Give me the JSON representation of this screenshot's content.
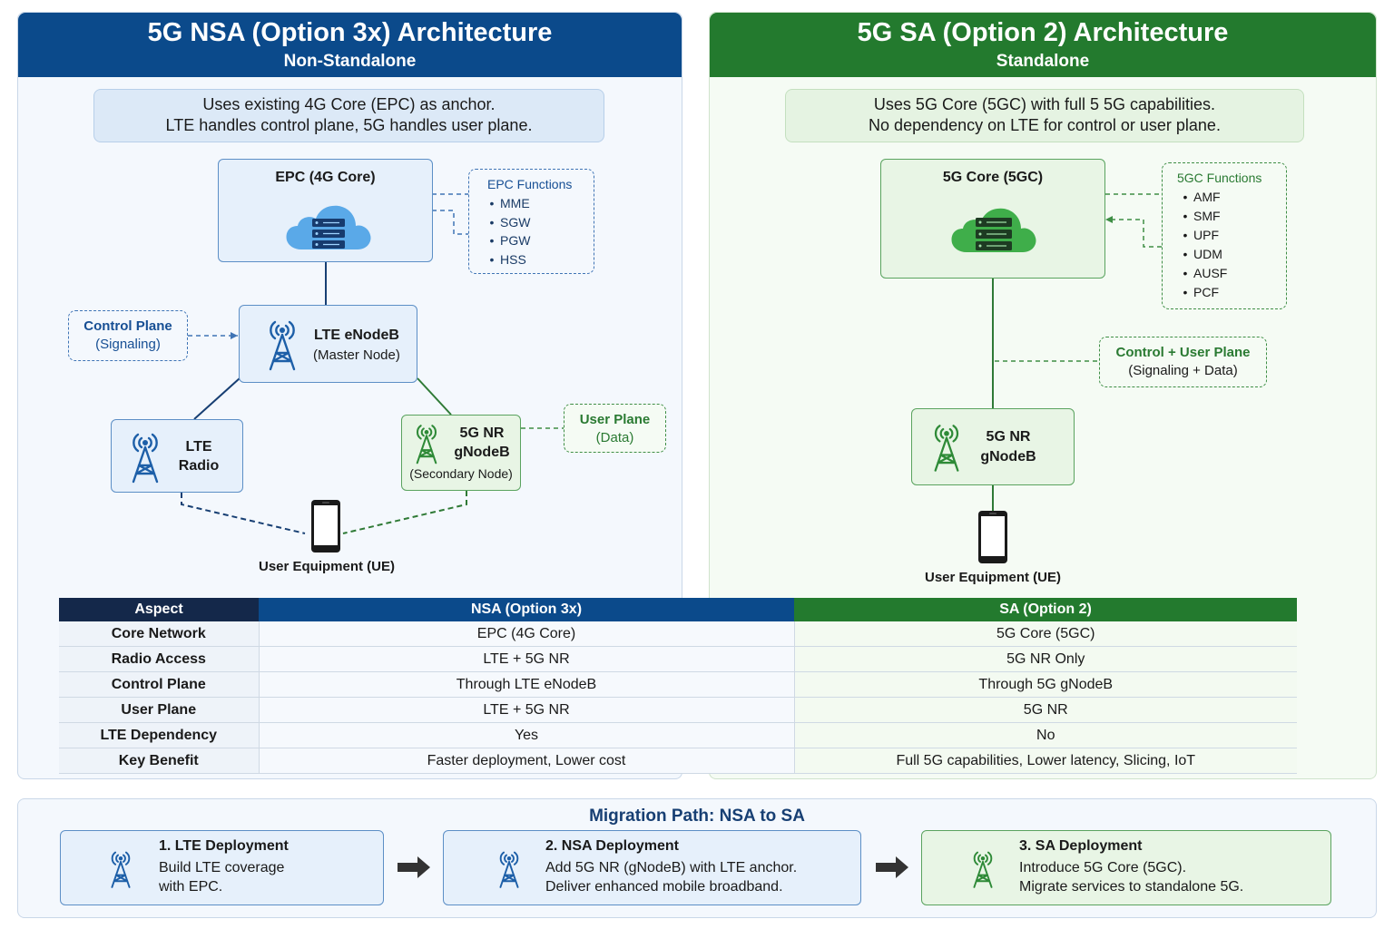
{
  "nsa": {
    "title": "5G NSA (Option 3x) Architecture",
    "subtitle": "Non-Standalone",
    "note_line1": "Uses existing 4G Core (EPC) as anchor.",
    "note_line2": "LTE handles control plane, 5G handles user plane.",
    "core_label": "EPC (4G Core)",
    "functions_title": "EPC Functions",
    "functions": [
      "MME",
      "SGW",
      "PGW",
      "HSS"
    ],
    "control_plane_label": "Control Plane",
    "control_plane_sub": "(Signaling)",
    "enodeb_label": "LTE eNodeB",
    "enodeb_sub": "(Master Node)",
    "lte_radio_line1": "LTE",
    "lte_radio_line2": "Radio",
    "gnodeb_line1": "5G NR",
    "gnodeb_line2": "gNodeB",
    "gnodeb_sub": "(Secondary Node)",
    "user_plane_label": "User Plane",
    "user_plane_sub": "(Data)",
    "ue_label": "User Equipment (UE)"
  },
  "sa": {
    "title": "5G SA (Option 2) Architecture",
    "subtitle": "Standalone",
    "note_line1": "Uses 5G Core (5GC) with full 5 5G capabilities.",
    "note_line2": "No dependency on LTE for control or user plane.",
    "core_label": "5G Core (5GC)",
    "functions_title": "5GC Functions",
    "functions": [
      "AMF",
      "SMF",
      "UPF",
      "UDM",
      "AUSF",
      "PCF"
    ],
    "cp_up_label": "Control + User Plane",
    "cp_up_sub": "(Signaling + Data)",
    "gnodeb_line1": "5G NR",
    "gnodeb_line2": "gNodeB",
    "ue_label": "User Equipment (UE)"
  },
  "table": {
    "headers": [
      "Aspect",
      "NSA (Option 3x)",
      "SA (Option 2)"
    ],
    "rows": [
      [
        "Core Network",
        "EPC (4G Core)",
        "5G Core (5GC)"
      ],
      [
        "Radio Access",
        "LTE + 5G NR",
        "5G NR Only"
      ],
      [
        "Control Plane",
        "Through LTE eNodeB",
        "Through 5G gNodeB"
      ],
      [
        "User Plane",
        "LTE + 5G NR",
        "5G NR"
      ],
      [
        "LTE Dependency",
        "Yes",
        "No"
      ],
      [
        "Key Benefit",
        "Faster deployment, Lower cost",
        "Full 5G capabilities, Lower latency, Slicing, IoT"
      ]
    ]
  },
  "migration": {
    "title": "Migration Path: NSA to SA",
    "steps": [
      {
        "title": "1. LTE Deployment",
        "line1": "Build LTE coverage",
        "line2": "with EPC."
      },
      {
        "title": "2. NSA Deployment",
        "line1": "Add 5G NR (gNodeB) with LTE anchor.",
        "line2": "Deliver enhanced mobile broadband."
      },
      {
        "title": "3. SA Deployment",
        "line1": "Introduce 5G Core (5GC).",
        "line2": "Migrate services to standalone 5G."
      }
    ]
  },
  "colors": {
    "nsa_header": "#0b4a8b",
    "sa_header": "#237a2e",
    "table_aspect_header": "#14284a",
    "blue_cloud": "#5aa9e8",
    "green_cloud": "#3fae4a"
  },
  "icons": [
    "cloud-server-icon",
    "cell-tower-icon",
    "smartphone-icon",
    "arrow-right-icon"
  ]
}
